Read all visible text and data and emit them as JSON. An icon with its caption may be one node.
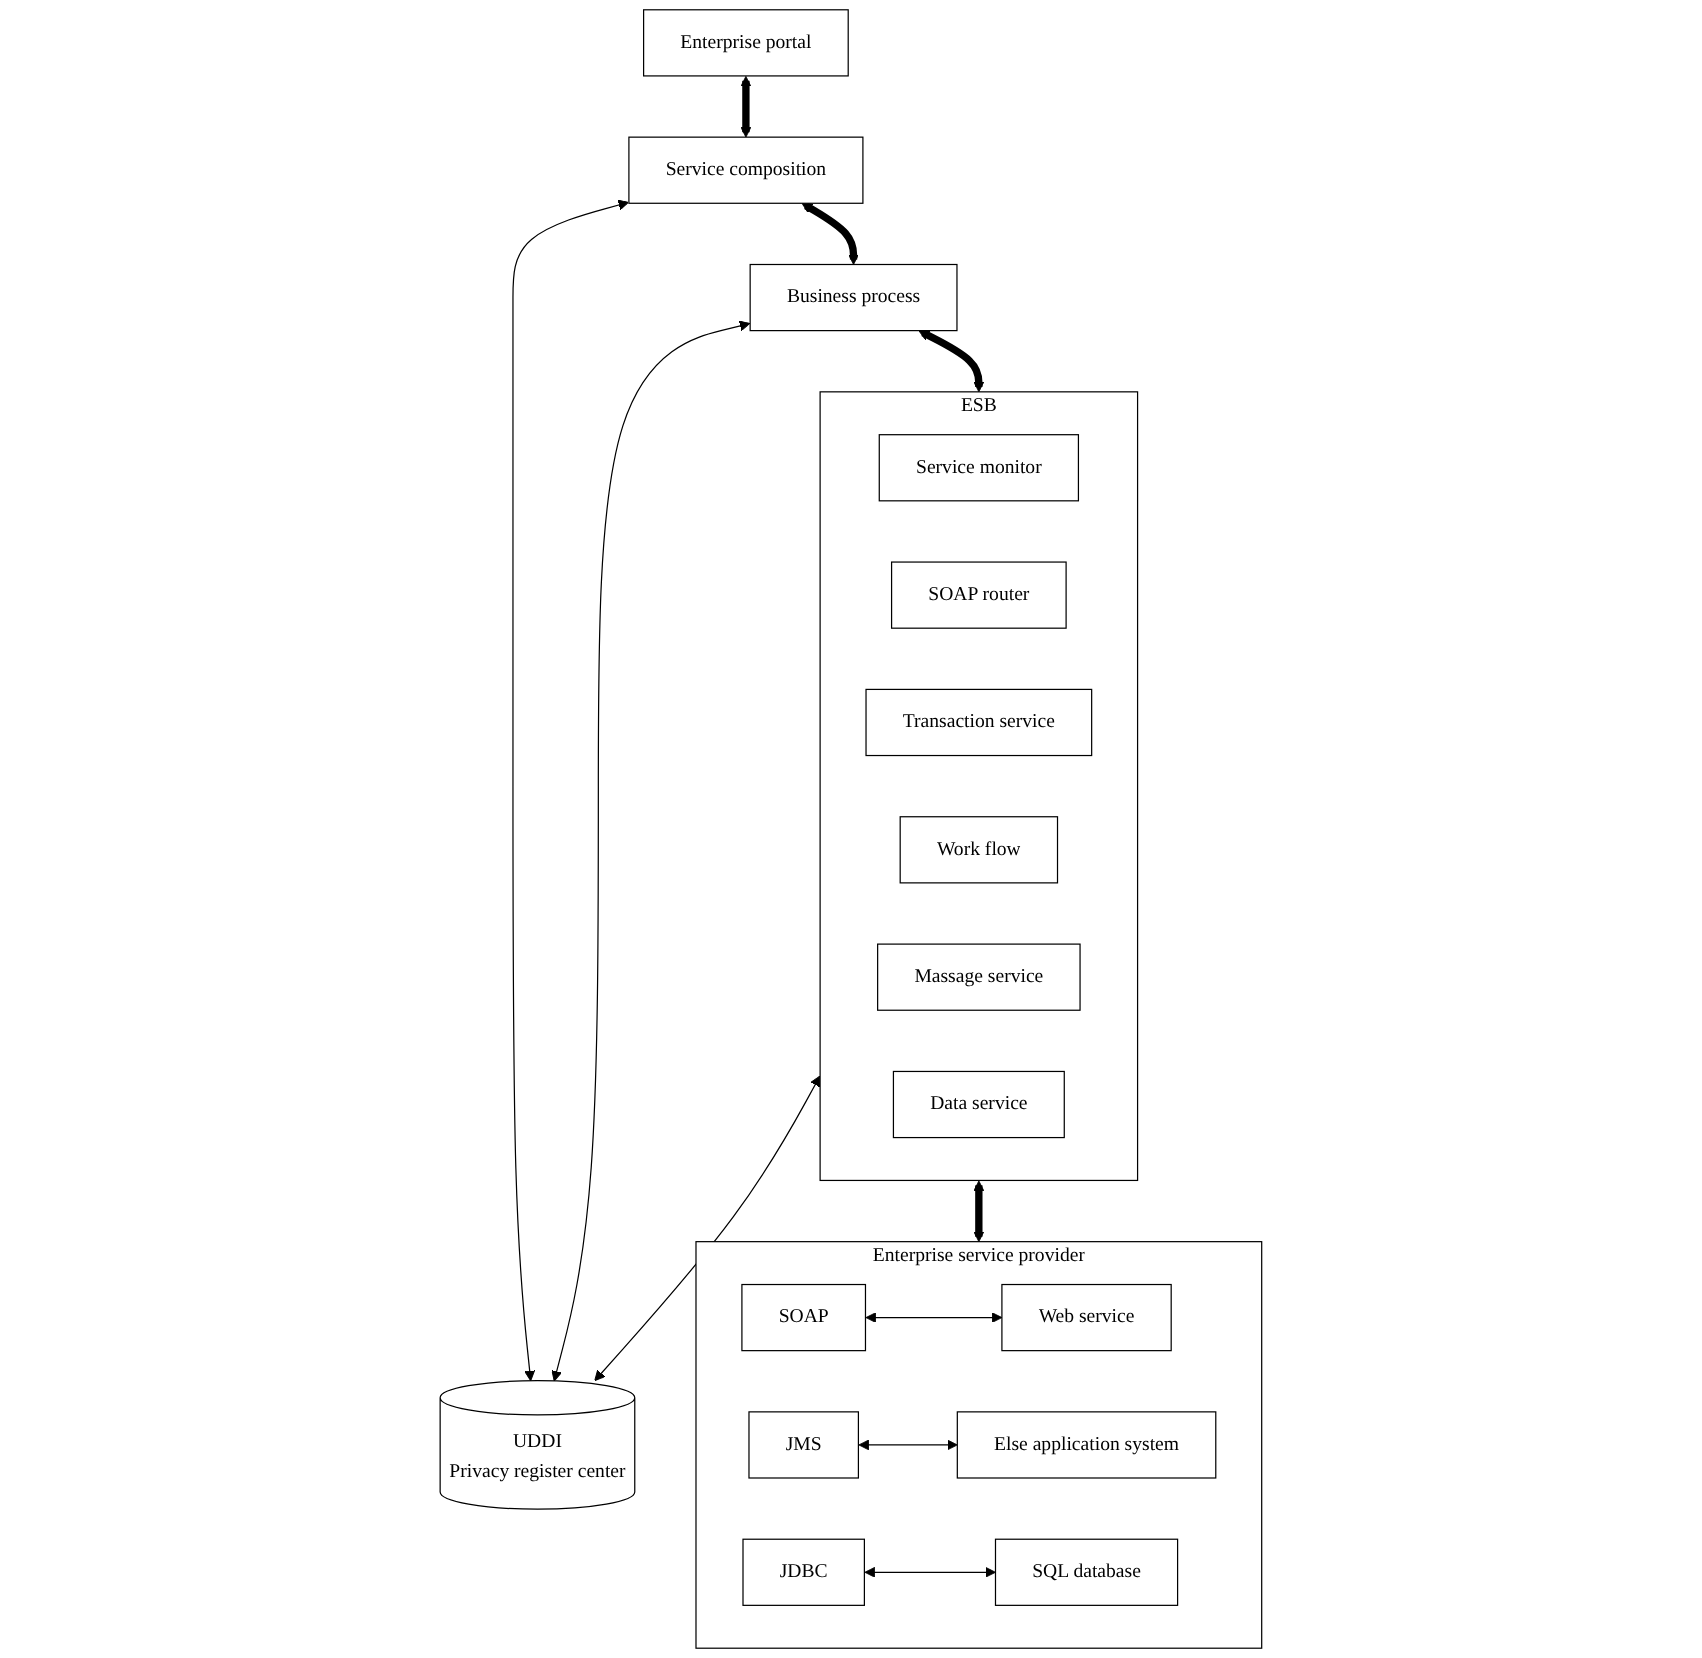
{
  "diagram": {
    "nodes": [
      {
        "text": [
          "Enterprise portal"
        ]
      },
      {
        "text": [
          "Service composition"
        ]
      },
      {
        "text": [
          "Business process"
        ]
      },
      {
        "text": [
          "UDDI",
          "Privacy register center"
        ]
      },
      {
        "text": [
          "ESB"
        ]
      },
      {
        "text": [
          "Service monitor"
        ],
        "in": 4
      },
      {
        "text": [
          "SOAP router"
        ],
        "in": 4
      },
      {
        "text": [
          "Transaction service"
        ],
        "in": 4
      },
      {
        "text": [
          "Work flow"
        ],
        "in": 4
      },
      {
        "text": [
          "Massage service"
        ],
        "in": 4
      },
      {
        "text": [
          "Data service"
        ],
        "in": 4
      },
      {
        "text": [
          "Enterprise  service provider"
        ]
      },
      {
        "text": [
          "SOAP"
        ],
        "in": 11
      },
      {
        "text": [
          "JMS"
        ],
        "in": 11
      },
      {
        "text": [
          "JDBC"
        ],
        "in": 11
      },
      {
        "text": [
          "Web service"
        ],
        "in": 11
      },
      {
        "text": [
          "Else application system"
        ],
        "in": 11
      },
      {
        "text": [
          "SQL database"
        ],
        "in": 11
      }
    ],
    "edges": [
      {
        "from": 0,
        "to": 1,
        "arrow": "both",
        "style": "thick"
      },
      {
        "from": 1,
        "to": 2,
        "arrow": "both",
        "style": "thick"
      },
      {
        "from": 2,
        "to": 4,
        "arrow": "both",
        "style": "thick"
      },
      {
        "from": 4,
        "to": 11,
        "arrow": "both",
        "style": "thick"
      },
      {
        "from": 1,
        "to": 3,
        "arrow": "both"
      },
      {
        "from": 2,
        "to": 3,
        "arrow": "both"
      },
      {
        "from": 4,
        "to": 3,
        "arrow": "both"
      },
      {
        "from": 12,
        "to": 15,
        "arrow": "both"
      },
      {
        "from": 13,
        "to": 16,
        "arrow": "both"
      },
      {
        "from": 14,
        "to": 17,
        "arrow": "both"
      }
    ]
  }
}
